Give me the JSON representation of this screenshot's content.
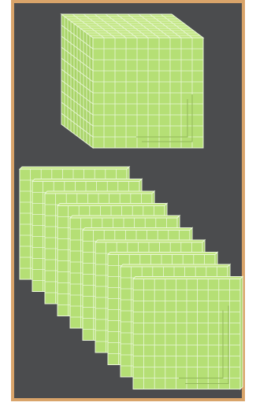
{
  "scene": {
    "cube": {
      "grid": 10,
      "layers": 10
    },
    "slices": {
      "count": 10,
      "grid": 10
    }
  },
  "colors": {
    "frame": "#d9a46a",
    "background": "#4b4c4e",
    "cube_fill": "#b5df75",
    "cube_top": "#c1e67f",
    "cube_side": "#a9d468",
    "cube_lines": "#eaf7d8"
  }
}
